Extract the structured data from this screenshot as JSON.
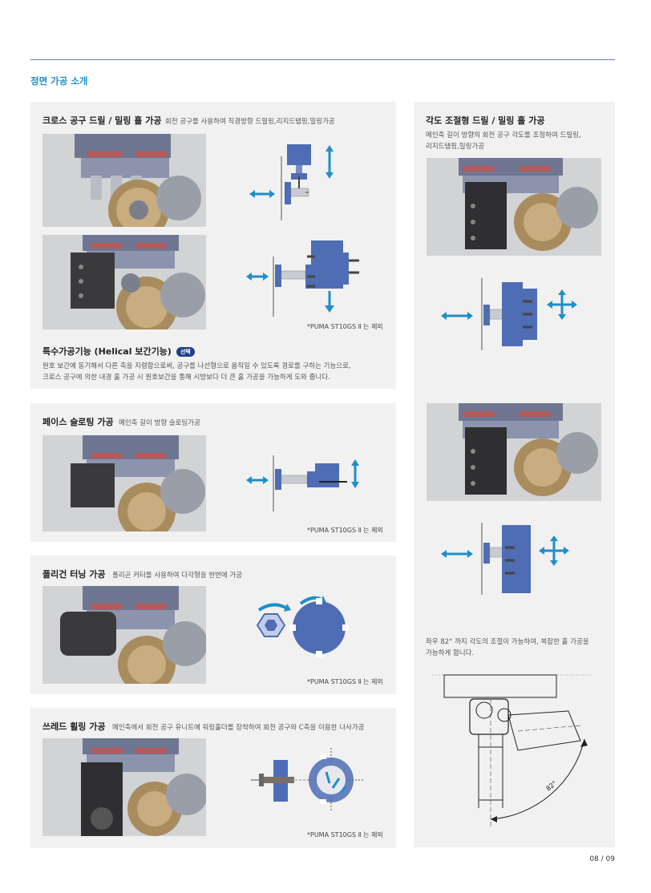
{
  "section_title": "정면 가공 소개",
  "cross": {
    "title": "크로스 공구 드릴 / 밀링 홀 가공",
    "desc": "회전 공구를 사용하여 직경방향 드릴링,리지드탭핑,밀링가공",
    "note": "*PUMA ST10GS Ⅱ 는 제외"
  },
  "helical": {
    "title": "특수가공기능 (Helical 보간기능)",
    "badge": "선택",
    "line1": "원호 보간에 동기해서 다른 축을 지령함으로써, 공구를 나선형으로 움직일 수 있도록 경로를 구하는 기능으로,",
    "line2": "크로스 공구에 의한 내경 홀 가공 시 원호보간을 통해 시방보다 더 큰 홀 가공을 가능하게 도와 줍니다."
  },
  "face_slot": {
    "title": "페이스 슬로팅 가공",
    "desc": "메인축 길이 방향 슬로팅가공",
    "note": "*PUMA ST10GS Ⅱ 는 제외"
  },
  "polygon": {
    "title": "폴리건 터닝 가공",
    "desc": "폴리곤 커터를 사용하여 다각형을 한번에 가공",
    "note": "*PUMA ST10GS Ⅱ 는 제외"
  },
  "thread": {
    "title": "쓰레드 휠링 가공",
    "desc": "메인축에서 회전 공구 유니트에 워링홀더를 장착하여 회전 공구와 C축을 이용한 나사가공",
    "note": "*PUMA ST10GS Ⅱ 는 제외"
  },
  "angle": {
    "title": "각도 조절형 드릴 / 밀링 홀 가공",
    "desc_line1": "메인축 길이 방향의 회전 공구 각도를 조정하여 드릴링,",
    "desc_line2": "리지드탭핑,밀링가공",
    "help_line1": "좌우 82° 까지 각도의 조절이 가능하여, 복잡한 홀 가공을",
    "help_line2": "가능하게 합니다.",
    "dim_label": "82°"
  },
  "page_number": "08 / 09",
  "colors": {
    "accent": "#1e8fc7",
    "tool_blue": "#4f6db4",
    "arrow_blue": "#1e8fc7",
    "panel_bg": "#f1f1f1"
  }
}
